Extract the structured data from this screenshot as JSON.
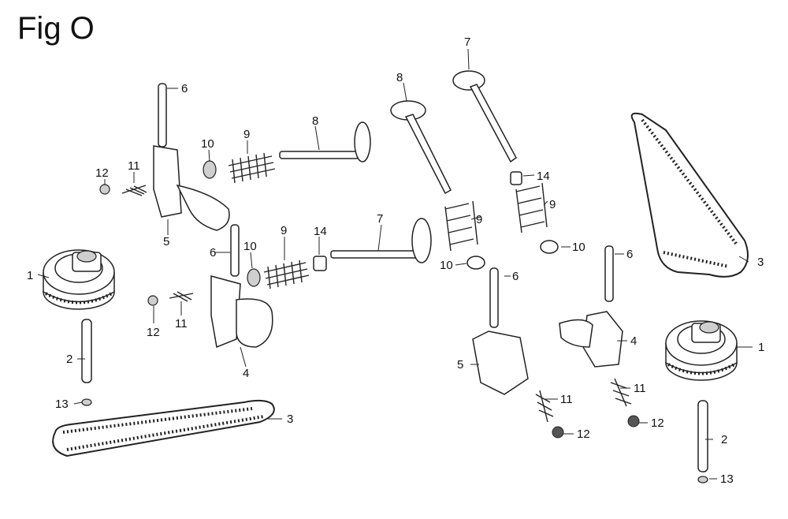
{
  "figure": {
    "title": "Fig O"
  },
  "callouts": {
    "c1a": "1",
    "c1b": "1",
    "c2a": "2",
    "c2b": "2",
    "c3a": "3",
    "c3b": "3",
    "c4a": "4",
    "c4b": "4",
    "c5a": "5",
    "c5b": "5",
    "c6a": "6",
    "c6b": "6",
    "c6c": "6",
    "c6d": "6",
    "c7a": "7",
    "c7b": "7",
    "c8a": "8",
    "c8b": "8",
    "c9a": "9",
    "c9b": "9",
    "c9c": "9",
    "c9d": "9",
    "c10a": "10",
    "c10b": "10",
    "c10c": "10",
    "c10d": "10",
    "c11a": "11",
    "c11b": "11",
    "c11c": "11",
    "c11d": "11",
    "c12a": "12",
    "c12b": "12",
    "c12c": "12",
    "c12d": "12",
    "c13a": "13",
    "c13b": "13",
    "c14a": "14",
    "c14b": "14"
  }
}
